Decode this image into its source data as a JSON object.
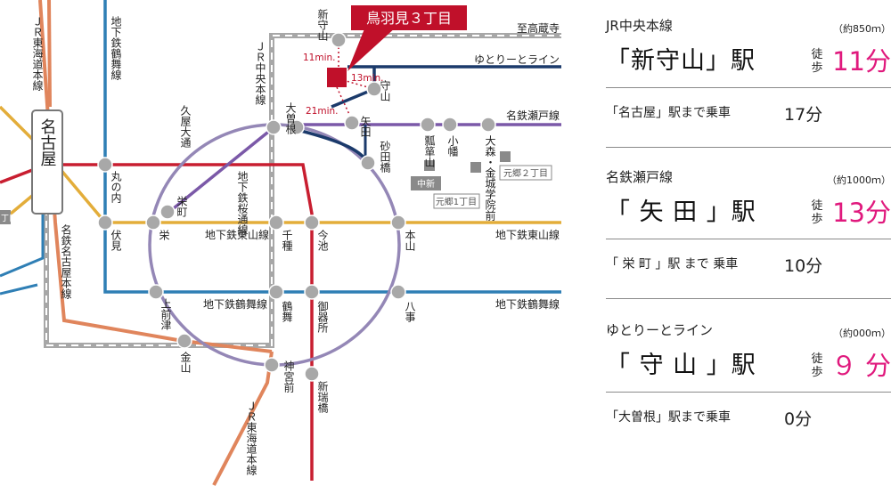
{
  "map": {
    "destination": "鳥羽見３丁目",
    "nagoya": "名古屋",
    "lines": {
      "jr_chuo": "ＪＲ中央本線",
      "jr_tokaido": "ＪＲ東海道本線",
      "meitetsu_nagoya": "名鉄名古屋本線",
      "subway_tsurumai": "地下鉄鶴舞線",
      "subway_sakuradori": "地下鉄桜通線",
      "subway_higashiyama": "地下鉄東山線",
      "yutorito": "ゆとりーとライン",
      "meitetsu_seto": "名鉄瀬戸線",
      "to_kozoji": "至高蔵寺"
    },
    "walk_times": [
      "11min.",
      "13min.",
      "21min."
    ],
    "stations": {
      "shinmoriyama": "新守山",
      "moriyama": "守山",
      "yada": "矢田",
      "ozone": "大曽根",
      "sunadabashi": "砂田橋",
      "hisayaodori": "久屋大通",
      "marunouchi": "丸の内",
      "fushimi": "伏見",
      "sakaemachi": "栄町",
      "sakae": "栄",
      "chikusa": "千種",
      "imaike": "今池",
      "motoyama": "本山",
      "kamimaezu": "上前津",
      "tsurumai": "鶴舞",
      "gokiso": "御器所",
      "yagoto": "八事",
      "kanayama": "金山",
      "jingumae": "神宮前",
      "shinmizuhashi": "新瑞橋",
      "hyotanyama": "瓢箪山",
      "kobata": "小幡",
      "omori": "大森・金城学院前",
      "nakashin": "中新",
      "motogo1": "元郷1丁目",
      "motogo2": "元郷２丁目",
      "edge_left": "丁目"
    }
  },
  "info": {
    "blocks": [
      {
        "line": "JR中央本線",
        "distance": "（約850ｍ）",
        "station": "「新守山」駅",
        "walk": "徒歩",
        "minutes": "11分",
        "from": "「名古屋」駅まで乗車",
        "ride": "17分"
      },
      {
        "line": "名鉄瀬戸線",
        "distance": "（約1000ｍ）",
        "station": "「 矢 田 」駅",
        "walk": "徒歩",
        "minutes": "13分",
        "from": "「 栄 町 」駅 まで 乗車",
        "ride": "10分"
      },
      {
        "line": "ゆとりーとライン",
        "distance": "（約000ｍ）",
        "station": "「 守 山 」駅",
        "walk": "徒歩",
        "minutes": "９ 分",
        "from": "「大曽根」駅まで乗車",
        "ride": "0分"
      }
    ]
  }
}
